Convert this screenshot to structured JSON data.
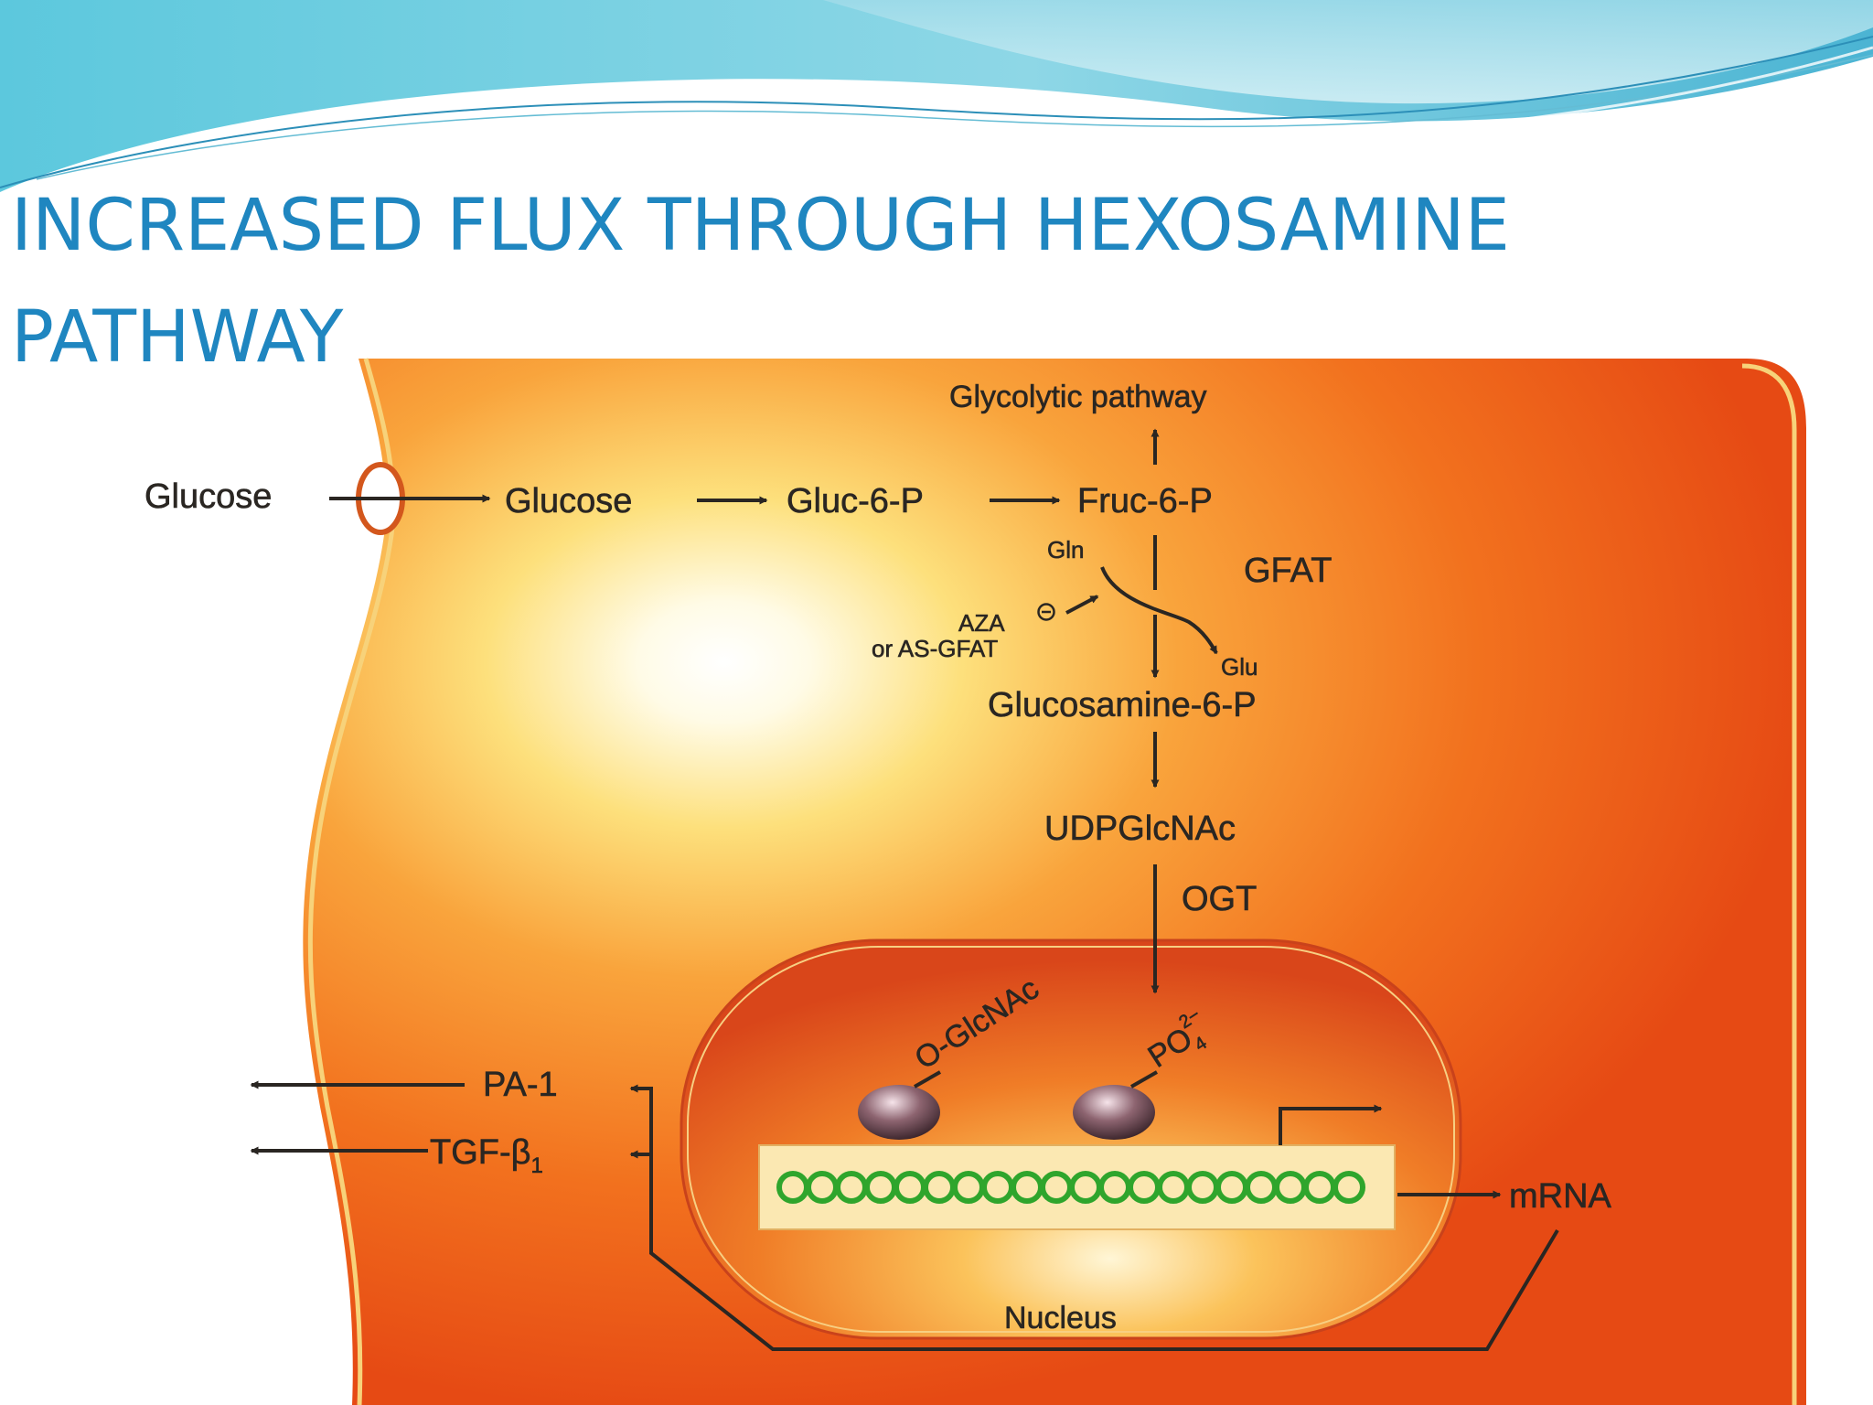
{
  "slide": {
    "title": "INCREASED FLUX THROUGH HEXOSAMINE\nPATHWAY",
    "accent_color": "#1f86c0"
  },
  "diagram": {
    "colors": {
      "cytoplasm": "#f26a1b",
      "cytoplasm_highlight": "#fff3c2",
      "membrane_stripe": "#f7d27a",
      "nucleus": "#e9541a",
      "dna_strand": "#2fa52c",
      "text": "#2a2622"
    },
    "labels": {
      "glucose_outside": "Glucose",
      "glucose_inside": "Glucose",
      "gluc6p": "Gluc-6-P",
      "fruc6p": "Fruc-6-P",
      "glycolytic": "Glycolytic pathway",
      "gln": "Gln",
      "gfat": "GFAT",
      "aza": "AZA",
      "as_gfat": "or AS-GFAT",
      "glu": "Glu",
      "glucosamine6p": "Glucosamine-6-P",
      "udpglcnac": "UDPGlcNAc",
      "ogt": "OGT",
      "oglcnac": "O-GlcNAc",
      "po4_base": "PO",
      "po4_sub": "4",
      "po4_sup": "2−",
      "pa1": "PA-1",
      "tgf_base": "TGF-β",
      "tgf_sub": "1",
      "mrna": "mRNA",
      "nucleus": "Nucleus"
    },
    "icons": {
      "inhibitor": "minus-circle-icon",
      "transporter": "glucose-transporter-icon",
      "transcription_start": "transcription-start-arrow-icon"
    }
  }
}
